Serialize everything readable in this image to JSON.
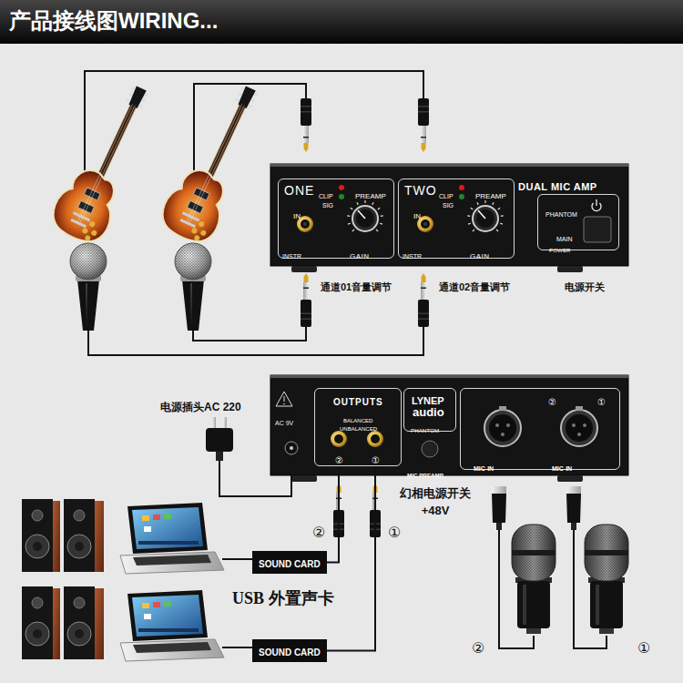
{
  "diagram": {
    "title": "产品接线图WIRING...",
    "nodes": [
      {
        "text": [
          "DUAL MIC AMP"
        ]
      },
      {
        "text": [
          "ONE",
          "CLIP",
          "SIG",
          "PREAMP",
          "IN",
          "INSTR",
          "GAIN"
        ],
        "in": 0
      },
      {
        "text": [
          "TWO",
          "CLIP",
          "SIG",
          "PREAMP",
          "IN",
          "INSTR",
          "GAIN"
        ],
        "in": 0
      },
      {
        "text": [
          "PHANTOM",
          "MAIN",
          "POWER"
        ],
        "in": 0
      },
      {
        "text": [
          "MIC PREAMP"
        ]
      },
      {
        "text": [
          "OUTPUTS",
          "BALANCED",
          "UNBALANCED",
          "②",
          "①"
        ],
        "in": 4
      },
      {
        "text": [
          "LYNEP",
          "audio",
          "PHANTOM"
        ],
        "in": 4
      },
      {
        "text": [
          "②",
          "①",
          "MIC-IN",
          "MIC-IN"
        ],
        "in": 4
      },
      {
        "text": [
          "SOUND CARD"
        ]
      },
      {
        "text": [
          "SOUND CARD"
        ]
      }
    ],
    "edges": [
      {
        "from": 8,
        "to": 5,
        "arrow": "none"
      },
      {
        "from": 9,
        "to": 5,
        "arrow": "none"
      }
    ],
    "labels": [
      "通道01音量调节",
      "通道02音量调节",
      "电源开关",
      "电源插头AC 220",
      "AC 9V",
      "幻相电源开关 +48V",
      "②",
      "①",
      "USB 外置声卡",
      "②",
      "①"
    ]
  }
}
